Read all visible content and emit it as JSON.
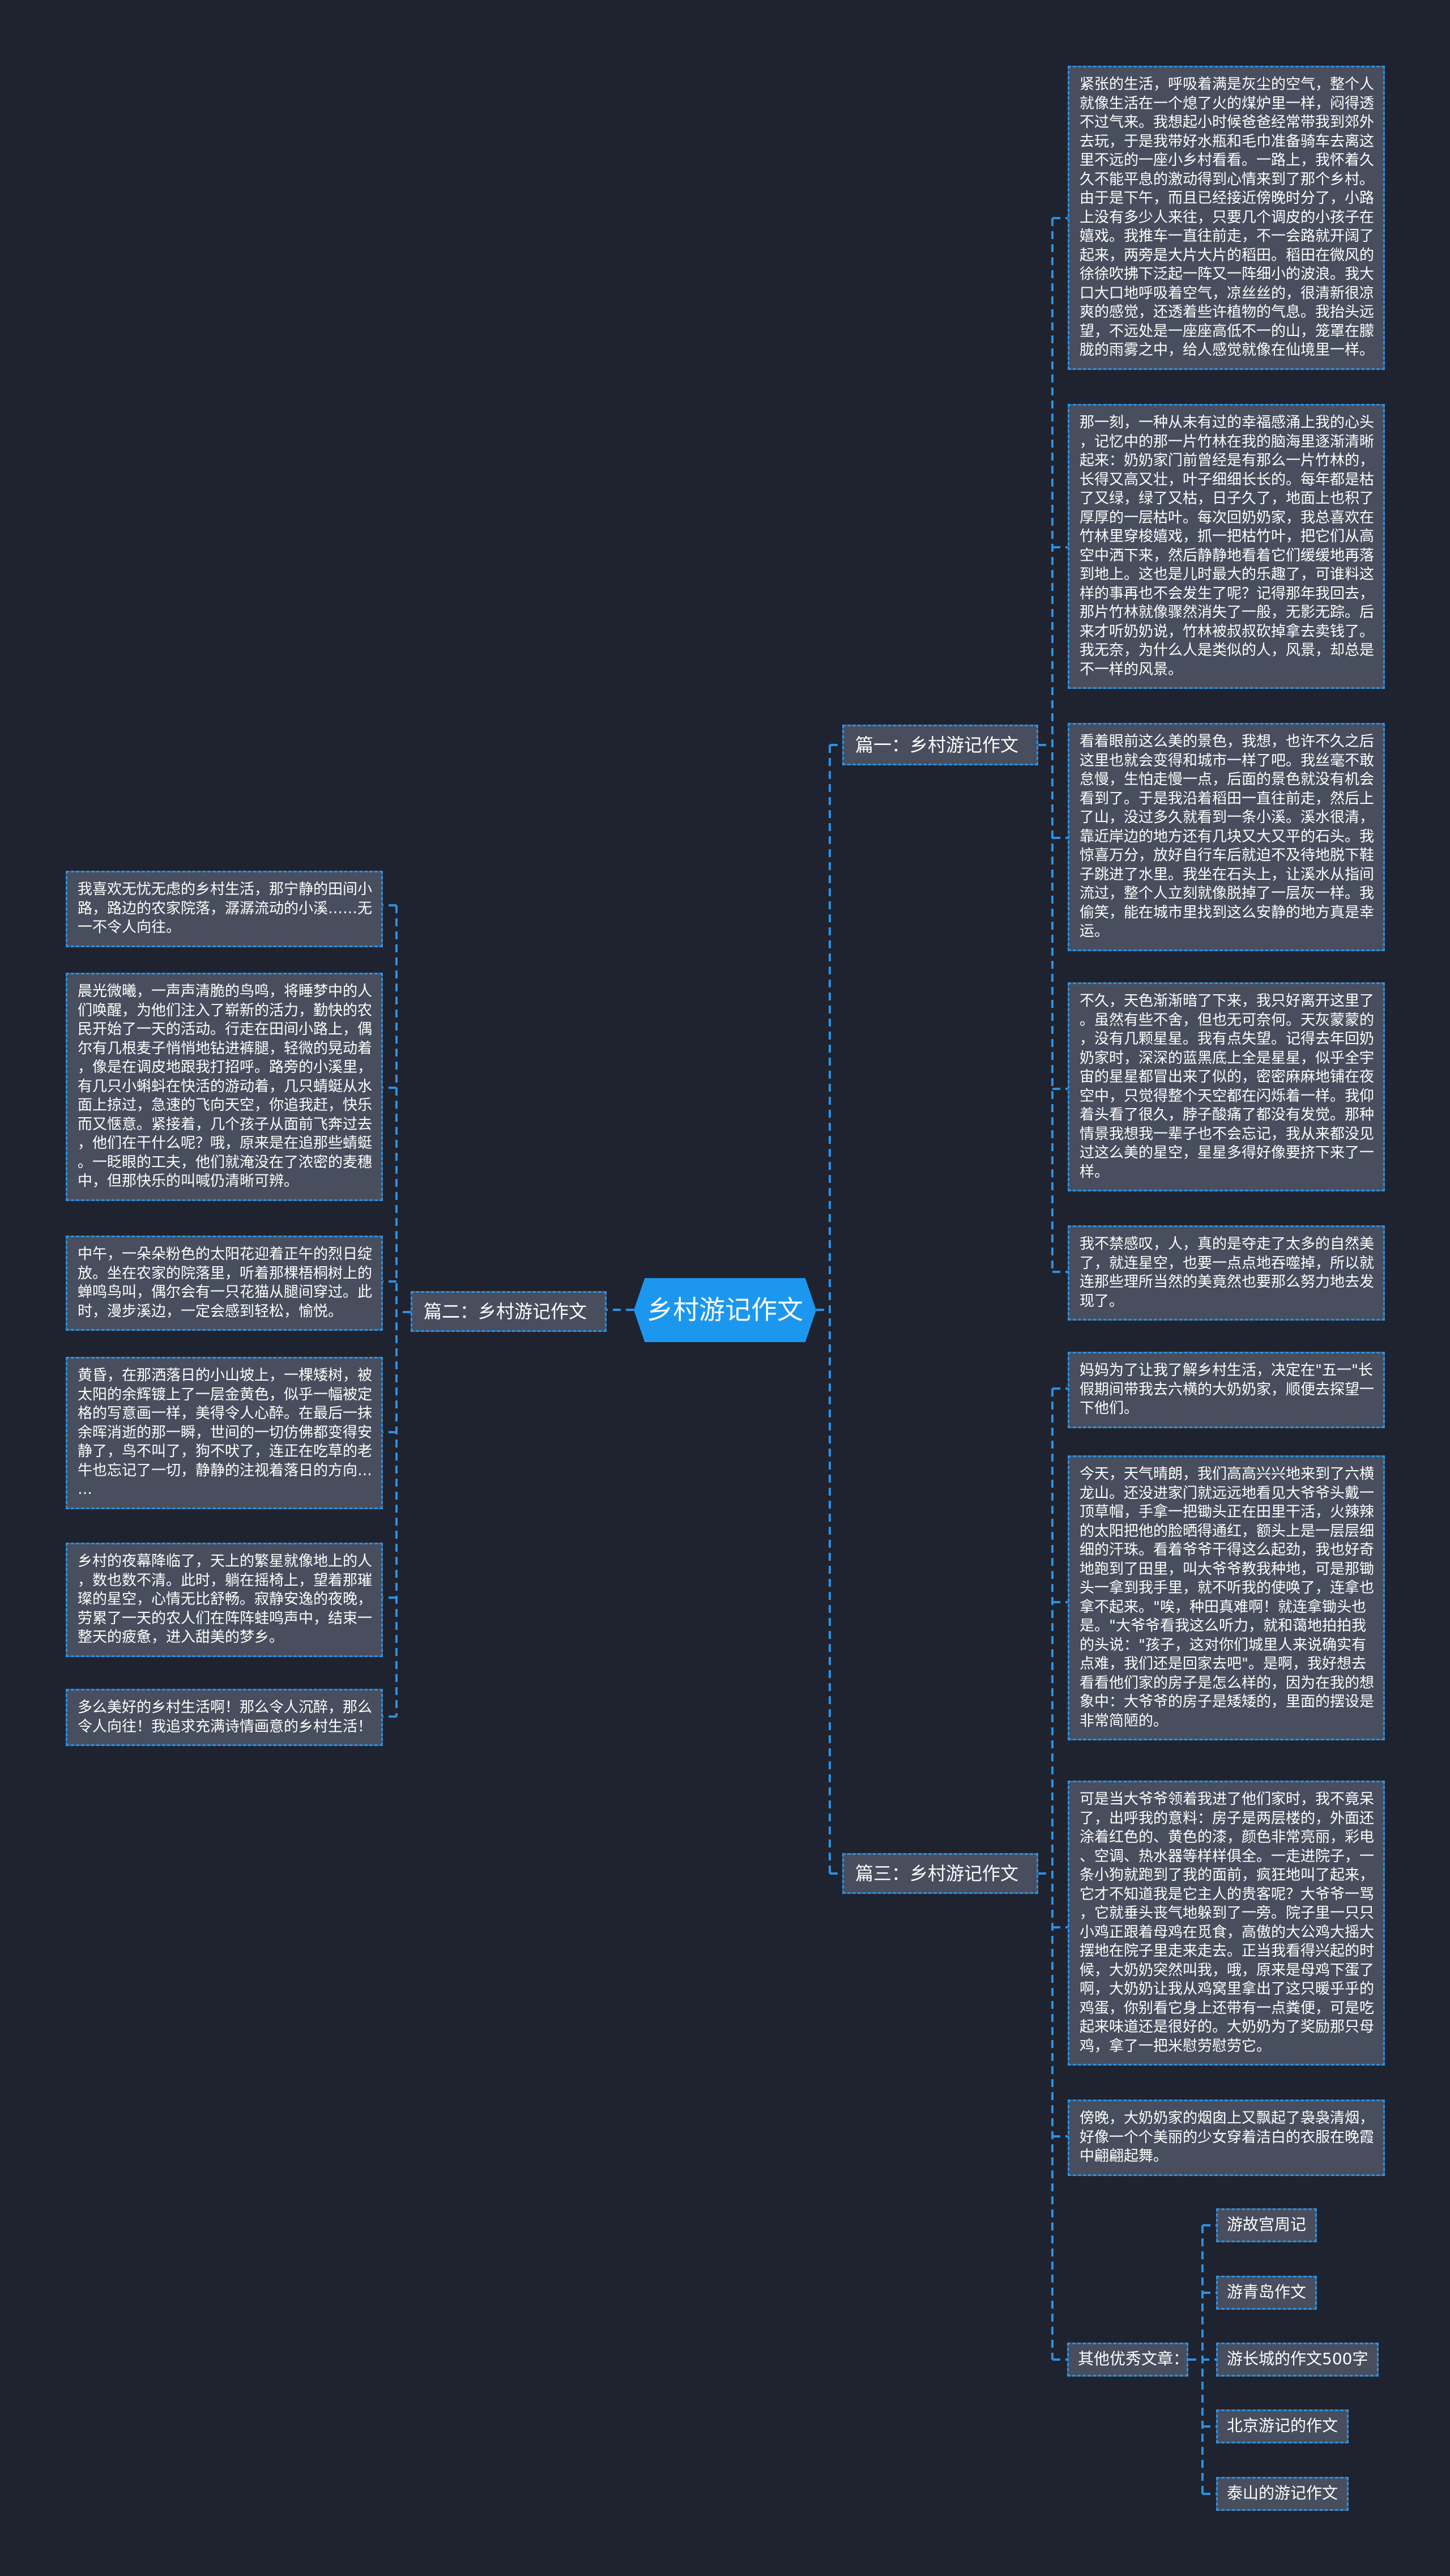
{
  "center": {
    "title": "乡村游记作文"
  },
  "branch1": {
    "label": "篇一：乡村游记作文",
    "paragraphs": [
      "紧张的生活，呼吸着满是灰尘的空气，整个人就像生活在一个熄了火的煤炉里一样，闷得透不过气来。我想起小时候爸爸经常带我到郊外去玩，于是我带好水瓶和毛巾准备骑车去离这里不远的一座小乡村看看。一路上，我怀着久久不能平息的激动得到心情来到了那个乡村。由于是下午，而且已经接近傍晚时分了，小路上没有多少人来往，只要几个调皮的小孩子在嬉戏。我推车一直往前走，不一会路就开阔了起来，两旁是大片大片的稻田。稻田在微风的徐徐吹拂下泛起一阵又一阵细小的波浪。我大口大口地呼吸着空气，凉丝丝的，很清新很凉爽的感觉，还透着些许植物的气息。我抬头远望，不远处是一座座高低不一的山，笼罩在朦胧的雨雾之中，给人感觉就像在仙境里一样。",
      "那一刻，一种从未有过的幸福感涌上我的心头，记忆中的那一片竹林在我的脑海里逐渐清晰起来：奶奶家门前曾经是有那么一片竹林的，长得又高又壮，叶子细细长长的。每年都是枯了又绿，绿了又枯，日子久了，地面上也积了厚厚的一层枯叶。每次回奶奶家，我总喜欢在竹林里穿梭嬉戏，抓一把枯竹叶，把它们从高空中洒下来，然后静静地看着它们缓缓地再落到地上。这也是儿时最大的乐趣了，可谁料这样的事再也不会发生了呢？记得那年我回去，那片竹林就像骤然消失了一般，无影无踪。后来才听奶奶说，竹林被叔叔砍掉拿去卖钱了。我无奈，为什么人是类似的人，风景，却总是不一样的风景。",
      "看着眼前这么美的景色，我想，也许不久之后这里也就会变得和城市一样了吧。我丝毫不敢怠慢，生怕走慢一点，后面的景色就没有机会看到了。于是我沿着稻田一直往前走，然后上了山，没过多久就看到一条小溪。溪水很清，靠近岸边的地方还有几块又大又平的石头。我惊喜万分，放好自行车后就迫不及待地脱下鞋子跳进了水里。我坐在石头上，让溪水从指间流过，整个人立刻就像脱掉了一层灰一样。我偷笑，能在城市里找到这么安静的地方真是幸运。",
      "不久，天色渐渐暗了下来，我只好离开这里了。虽然有些不舍，但也无可奈何。天灰蒙蒙的，没有几颗星星。我有点失望。记得去年回奶奶家时，深深的蓝黑底上全是星星，似乎全宇宙的星星都冒出来了似的，密密麻麻地铺在夜空中，只觉得整个天空都在闪烁着一样。我仰着头看了很久，脖子酸痛了都没有发觉。那种情景我想我一辈子也不会忘记，我从来都没见过这么美的星空，星星多得好像要挤下来了一样。",
      "我不禁感叹，人，真的是夺走了太多的自然美了，就连星空，也要一点点地吞噬掉，所以就连那些理所当然的美竟然也要那么努力地去发现了。"
    ]
  },
  "branch2": {
    "label": "篇二：乡村游记作文",
    "paragraphs": [
      "我喜欢无忧无虑的乡村生活，那宁静的田间小路，路边的农家院落，潺潺流动的小溪……无一不令人向往。",
      "晨光微曦，一声声清脆的鸟鸣，将睡梦中的人们唤醒，为他们注入了崭新的活力，勤快的农民开始了一天的活动。行走在田间小路上，偶尔有几根麦子悄悄地钻进裤腿，轻微的晃动着，像是在调皮地跟我打招呼。路旁的小溪里，有几只小蝌蚪在快活的游动着，几只蜻蜓从水面上掠过，急速的飞向天空，你追我赶，快乐而又惬意。紧接着，几个孩子从面前飞奔过去，他们在干什么呢？哦，原来是在追那些蜻蜓。一眨眼的工夫，他们就淹没在了浓密的麦穗中，但那快乐的叫喊仍清晰可辨。",
      "中午，一朵朵粉色的太阳花迎着正午的烈日绽放。坐在农家的院落里，听着那棵梧桐树上的蝉鸣鸟叫，偶尔会有一只花猫从腿间穿过。此时，漫步溪边，一定会感到轻松，愉悦。",
      "黄昏，在那洒落日的小山坡上，一棵矮树，被太阳的余辉镀上了一层金黄色，似乎一幅被定格的写意画一样，美得令人心醉。在最后一抹余晖消逝的那一瞬，世间的一切仿佛都变得安静了，鸟不叫了，狗不吠了，连正在吃草的老牛也忘记了一切，静静的注视着落日的方向……",
      "乡村的夜幕降临了，天上的繁星就像地上的人，数也数不清。此时，躺在摇椅上，望着那璀璨的星空，心情无比舒畅。寂静安逸的夜晚，劳累了一天的农人们在阵阵蛙鸣声中，结束一整天的疲惫，进入甜美的梦乡。",
      "多么美好的乡村生活啊！那么令人沉醉，那么令人向往！我追求充满诗情画意的乡村生活！"
    ]
  },
  "branch3": {
    "label": "篇三：乡村游记作文",
    "paragraphs": [
      "妈妈为了让我了解乡村生活，决定在\"五一\"长假期间带我去六横的大奶奶家，顺便去探望一下他们。",
      "今天，天气晴朗，我们高高兴兴地来到了六横龙山。还没进家门就远远地看见大爷爷头戴一顶草帽，手拿一把锄头正在田里干活，火辣辣的太阳把他的脸晒得通红，额头上是一层层细细的汗珠。看着爷爷干得这么起劲，我也好奇地跑到了田里，叫大爷爷教我种地，可是那锄头一拿到我手里，就不听我的使唤了，连拿也拿不起来。\"唉，种田真难啊！就连拿锄头也是。\"大爷爷看我这么听力，就和蔼地拍拍我的头说：\"孩子，这对你们城里人来说确实有点难，我们还是回家去吧\"。是啊，我好想去看看他们家的房子是怎么样的，因为在我的想象中：大爷爷的房子是矮矮的，里面的摆设是非常简陋的。",
      "可是当大爷爷领着我进了他们家时，我不竟呆了，出呼我的意料：房子是两层楼的，外面还涂着红色的、黄色的漆，颜色非常亮丽，彩电、空调、热水器等样样俱全。一走进院子，一条小狗就跑到了我的面前，疯狂地叫了起来，它才不知道我是它主人的贵客呢？大爷爷一骂，它就垂头丧气地躲到了一旁。院子里一只只小鸡正跟着母鸡在觅食，高傲的大公鸡大摇大摆地在院子里走来走去。正当我看得兴起的时候，大奶奶突然叫我，哦，原来是母鸡下蛋了啊，大奶奶让我从鸡窝里拿出了这只暖乎乎的鸡蛋，你别看它身上还带有一点粪便，可是吃起来味道还是很好的。大奶奶为了奖励那只母鸡，拿了一把米慰劳慰劳它。",
      "傍晚，大奶奶家的烟囱上又飘起了袅袅清烟，好像一个个美丽的少女穿着洁白的衣服在晚霞中翩翩起舞。"
    ],
    "other": {
      "label": "其他优秀文章：",
      "links": [
        "游故宫周记",
        "游青岛作文",
        "游长城的作文500字",
        "北京游记的作文",
        "泰山的游记作文"
      ]
    }
  },
  "colors": {
    "background": "#1f2330",
    "node": "#474e5e",
    "accent": "#1b97ef",
    "connector": "#2a92e6"
  }
}
